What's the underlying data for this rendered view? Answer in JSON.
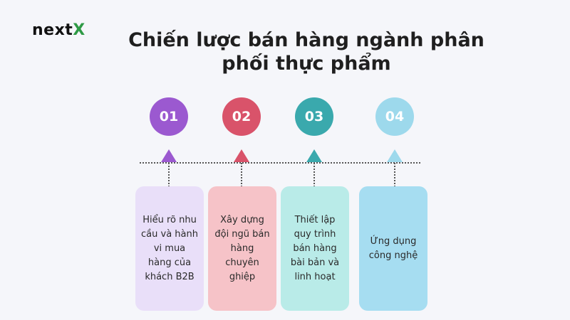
{
  "logo": {
    "text": "next",
    "accent": "X"
  },
  "title": {
    "line1": "Chiến lược bán hàng ngành phân",
    "line2": "phối thực phẩm"
  },
  "steps": [
    {
      "number": "01",
      "text": "Hiểu rõ nhu cầu và hành vi mua hàng của khách B2B",
      "circle_color": "#9b59d0",
      "card_color": "#e9dff9"
    },
    {
      "number": "02",
      "text": "Xây dựng đội ngũ bán hàng chuyên ghiệp",
      "circle_color": "#d9536a",
      "card_color": "#f6c3c8"
    },
    {
      "number": "03",
      "text": "Thiết lập quy trình bán hàng bài bản và linh hoạt",
      "circle_color": "#3aa9ad",
      "card_color": "#b9ebe8"
    },
    {
      "number": "04",
      "text": "Ứng dụng công nghệ",
      "circle_color": "#9dd9ec",
      "card_color": "#a6ddf1"
    }
  ]
}
